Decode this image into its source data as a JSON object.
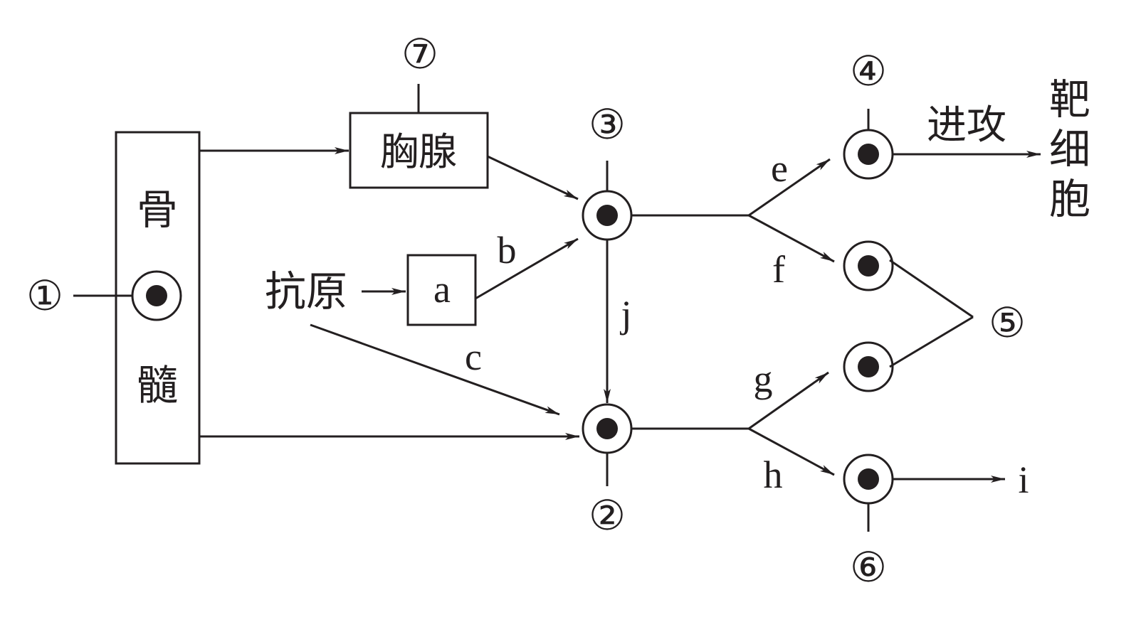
{
  "organs": {
    "bone_marrow": [
      "骨",
      "髓"
    ],
    "thymus": "胸腺"
  },
  "antigen": "抗原",
  "box_a": "a",
  "target_cell": [
    "靶",
    "细",
    "胞"
  ],
  "attack": "进攻",
  "markers": {
    "m1": "①",
    "m2": "②",
    "m3": "③",
    "m4": "④",
    "m5": "⑤",
    "m6": "⑥",
    "m7": "⑦"
  },
  "edge_labels": {
    "b": "b",
    "c": "c",
    "e": "e",
    "f": "f",
    "g": "g",
    "h": "h",
    "i": "i",
    "j": "j"
  },
  "colors": {
    "ink": "#231f20",
    "background": "#ffffff"
  }
}
